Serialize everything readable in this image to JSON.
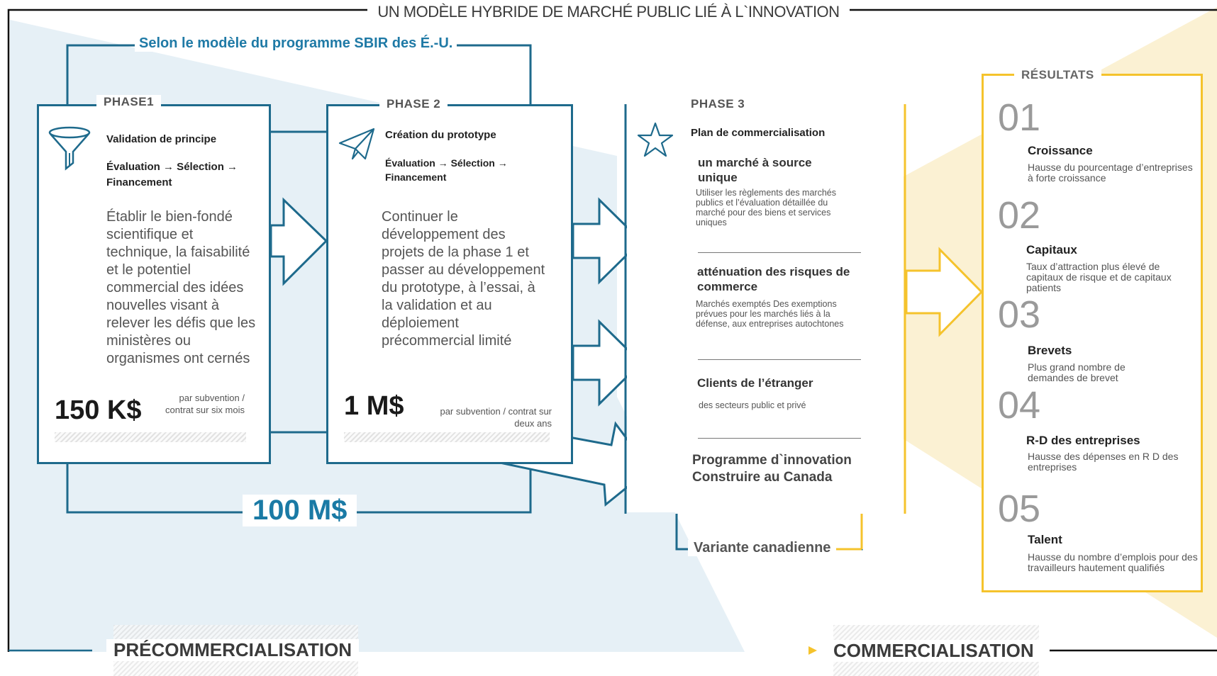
{
  "title": "UN MODÈLE HYBRIDE DE MARCHÉ PUBLIC LIÉ À L`INNOVATION",
  "sbir_label": "Selon le modèle du programme SBIR des É.-U.",
  "phase1": {
    "label": "PHASE1",
    "subtitle": "Validation de principe",
    "flow": "Évaluation → Sélection → Financement",
    "description": "Établir le bien-fondé scientifique et technique, la faisabilité et le potentiel commercial des idées nouvelles visant à relever les défis que les ministères ou organismes ont cernés",
    "amount": "150 K$",
    "amount_note": "par subvention / contrat sur six mois",
    "icon": "funnel-icon"
  },
  "phase2": {
    "label": "PHASE 2",
    "subtitle": "Création du prototype",
    "flow": "Évaluation → Sélection → Financement",
    "description": "Continuer le développement des projets de la phase 1 et passer au développement du prototype, à l’essai, à la validation et au déploiement précommercial limité",
    "amount": "1 M$",
    "amount_note": "par subvention / contrat sur deux ans",
    "icon": "paper-plane-icon"
  },
  "phase3": {
    "label": "PHASE 3",
    "subtitle": "Plan de commercialisation",
    "icon": "star-icon",
    "items": [
      {
        "heading": "un marché à source unique",
        "text": "Utiliser les règlements des marchés publics et l’évaluation détaillée du marché pour des biens et services uniques"
      },
      {
        "heading": "atténuation des risques de commerce",
        "text": "Marchés exemptés Des exemptions prévues pour les marchés liés à la défense, aux entreprises autochtones"
      },
      {
        "heading": "Clients de l’étranger",
        "text": "des secteurs public et privé"
      }
    ],
    "program": "Programme d`innovation Construire au Canada"
  },
  "total_amount": "100 M$",
  "variant_label": "Variante canadienne",
  "results": {
    "label": "RÉSULTATS",
    "items": [
      {
        "num": "01",
        "heading": "Croissance",
        "text": "Hausse du pourcentage d’entreprises à forte croissance"
      },
      {
        "num": "02",
        "heading": "Capitaux",
        "text": "Taux d’attraction plus élevé de capitaux de risque et de capitaux patients"
      },
      {
        "num": "03",
        "heading": "Brevets",
        "text": "Plus grand nombre de demandes de brevet"
      },
      {
        "num": "04",
        "heading": "R-D des entreprises",
        "text": "Hausse des dépenses en R D des entreprises"
      },
      {
        "num": "05",
        "heading": "Talent",
        "text": "Hausse du nombre d’emplois pour des travailleurs hautement qualifiés"
      }
    ]
  },
  "bottom": {
    "precommercial": "PRÉCOMMERCIALISATION",
    "commercial": "COMMERCIALISATION"
  },
  "colors": {
    "blue": "#1e6a8c",
    "accent_blue": "#1a7aa5",
    "yellow": "#f5c32c",
    "light_blue": "#e3eef5",
    "light_yellow": "#fbf0cf"
  }
}
